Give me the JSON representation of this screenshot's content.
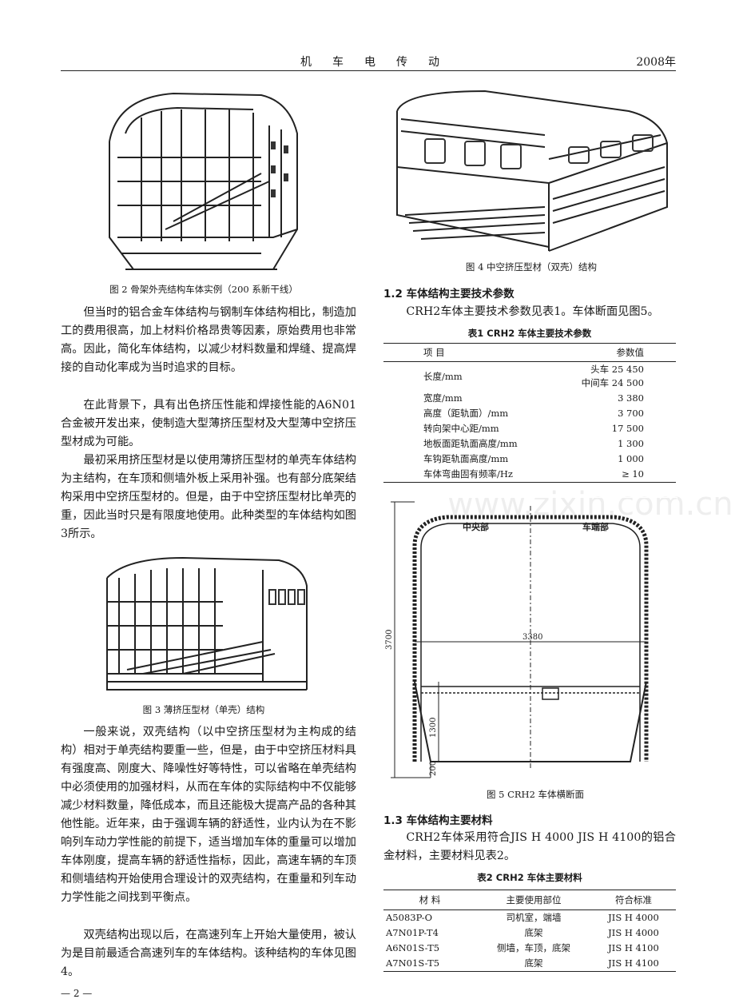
{
  "header": {
    "journal": "机车电传动",
    "year": "2008年"
  },
  "watermark": "www.zixin.com.cn",
  "figures": {
    "fig2": "图 2   骨架外壳结构车体实例（200 系新干线）",
    "fig3": "图 3   薄挤压型材（单壳）结构",
    "fig4": "图 4   中空挤压型材（双壳）结构",
    "fig5": "图 5   CRH2 车体横断面"
  },
  "fig5_labels": {
    "center": "中央部",
    "end": "车端部",
    "width": "3380",
    "height": "3700",
    "h1": "1300",
    "h2": "200"
  },
  "left_paras": [
    "但当时的铝合金车体结构与钢制车体结构相比，制造加工的费用很高，加上材料价格昂贵等因素，原始费用也非常高。因此，简化车体结构，以减少材料数量和焊缝、提高焊接的自动化率成为当时追求的目标。",
    "在此背景下，具有出色挤压性能和焊接性能的A6N01合金被开发出来，使制造大型薄挤压型材及大型薄中空挤压型材成为可能。",
    "最初采用挤压型材是以使用薄挤压型材的单壳车体结构为主结构，在车顶和侧墙外板上采用补强。也有部分底架结构采用中空挤压型材的。但是，由于中空挤压型材比单壳的重，因此当时只是有限度地使用。此种类型的车体结构如图3所示。",
    "一般来说，双壳结构（以中空挤压型材为主构成的结构）相对于单壳结构要重一些，但是，由于中空挤压材料具有强度高、刚度大、降噪性好等特性，可以省略在单壳结构中必须使用的加强材料，从而在车体的实际结构中不仅能够减少材料数量，降低成本，而且还能极大提高产品的各种其他性能。近年来，由于强调车辆的舒适性，业内认为在不影响列车动力学性能的前提下，适当增加车体的重量可以增加车体刚度，提高车辆的舒适性指标，因此，高速车辆的车顶和侧墙结构开始使用合理设计的双壳结构，在重量和列车动力学性能之间找到平衡点。",
    "双壳结构出现以后，在高速列车上开始大量使用，被认为是目前最适合高速列车的车体结构。该种结构的车体见图4。"
  ],
  "sec12": {
    "title": "1.2   车体结构主要技术参数",
    "text": "CRH2车体主要技术参数见表1。车体断面见图5。"
  },
  "table1": {
    "caption": "表1   CRH2 车体主要技术参数",
    "headers": [
      "项 目",
      "参数值"
    ],
    "rows": [
      {
        "item": "长度/mm",
        "sub1": "头车",
        "val1": "25 450",
        "sub2": "中间车",
        "val2": "24 500"
      },
      {
        "item": "宽度/mm",
        "val": "3 380"
      },
      {
        "item": "高度（距轨面）/mm",
        "val": "3 700"
      },
      {
        "item": "转向架中心距/mm",
        "val": "17 500"
      },
      {
        "item": "地板面距轨面高度/mm",
        "val": "1 300"
      },
      {
        "item": "车钩距轨面高度/mm",
        "val": "1 000"
      },
      {
        "item": "车体弯曲固有频率/Hz",
        "val": "≥ 10"
      }
    ]
  },
  "sec13": {
    "title": "1.3   车体结构主要材料",
    "text": "CRH2车体采用符合JIS H 4000 JIS H 4100的铝合金材料，主要材料见表2。"
  },
  "table2": {
    "caption": "表2   CRH2 车体主要材料",
    "headers": [
      "材 料",
      "主要使用部位",
      "符合标准"
    ],
    "rows": [
      [
        "A5083P-O",
        "司机室，端墙",
        "JIS H 4000"
      ],
      [
        "A7N01P-T4",
        "底架",
        "JIS H 4000"
      ],
      [
        "A6N01S-T5",
        "侧墙，车顶，底架",
        "JIS H 4100"
      ],
      [
        "A7N01S-T5",
        "底架",
        "JIS H 4100"
      ]
    ]
  },
  "page_number": "— 2 —"
}
